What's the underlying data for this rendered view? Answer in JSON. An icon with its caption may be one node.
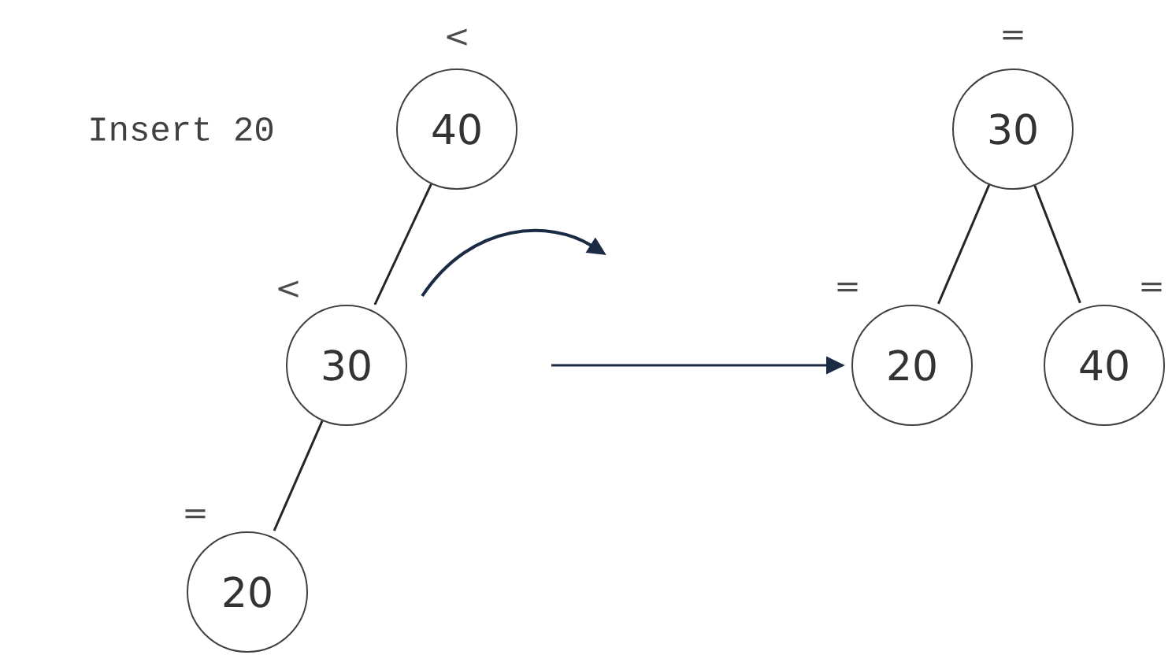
{
  "diagram": {
    "nodes": [
      {
        "text": [
          "40"
        ],
        "beside": [
          "<"
        ]
      },
      {
        "text": [
          "30"
        ],
        "beside": [
          "<"
        ]
      },
      {
        "text": [
          "20"
        ],
        "beside": [
          "="
        ]
      },
      {
        "text": [
          "30"
        ],
        "beside": [
          "="
        ]
      },
      {
        "text": [
          "20"
        ],
        "beside": [
          "="
        ]
      },
      {
        "text": [
          "40"
        ],
        "beside": [
          "="
        ]
      }
    ],
    "edges": [
      {
        "from": 0,
        "to": 1,
        "arrow": "none"
      },
      {
        "from": 1,
        "to": 2,
        "arrow": "none"
      },
      {
        "from": null,
        "to": 4,
        "arrow": "to",
        "color": "#1c2b44"
      },
      {
        "from": 3,
        "to": 4,
        "arrow": "none"
      },
      {
        "from": 3,
        "to": 5,
        "arrow": "none"
      }
    ],
    "labels": [
      "Insert 20"
    ]
  }
}
